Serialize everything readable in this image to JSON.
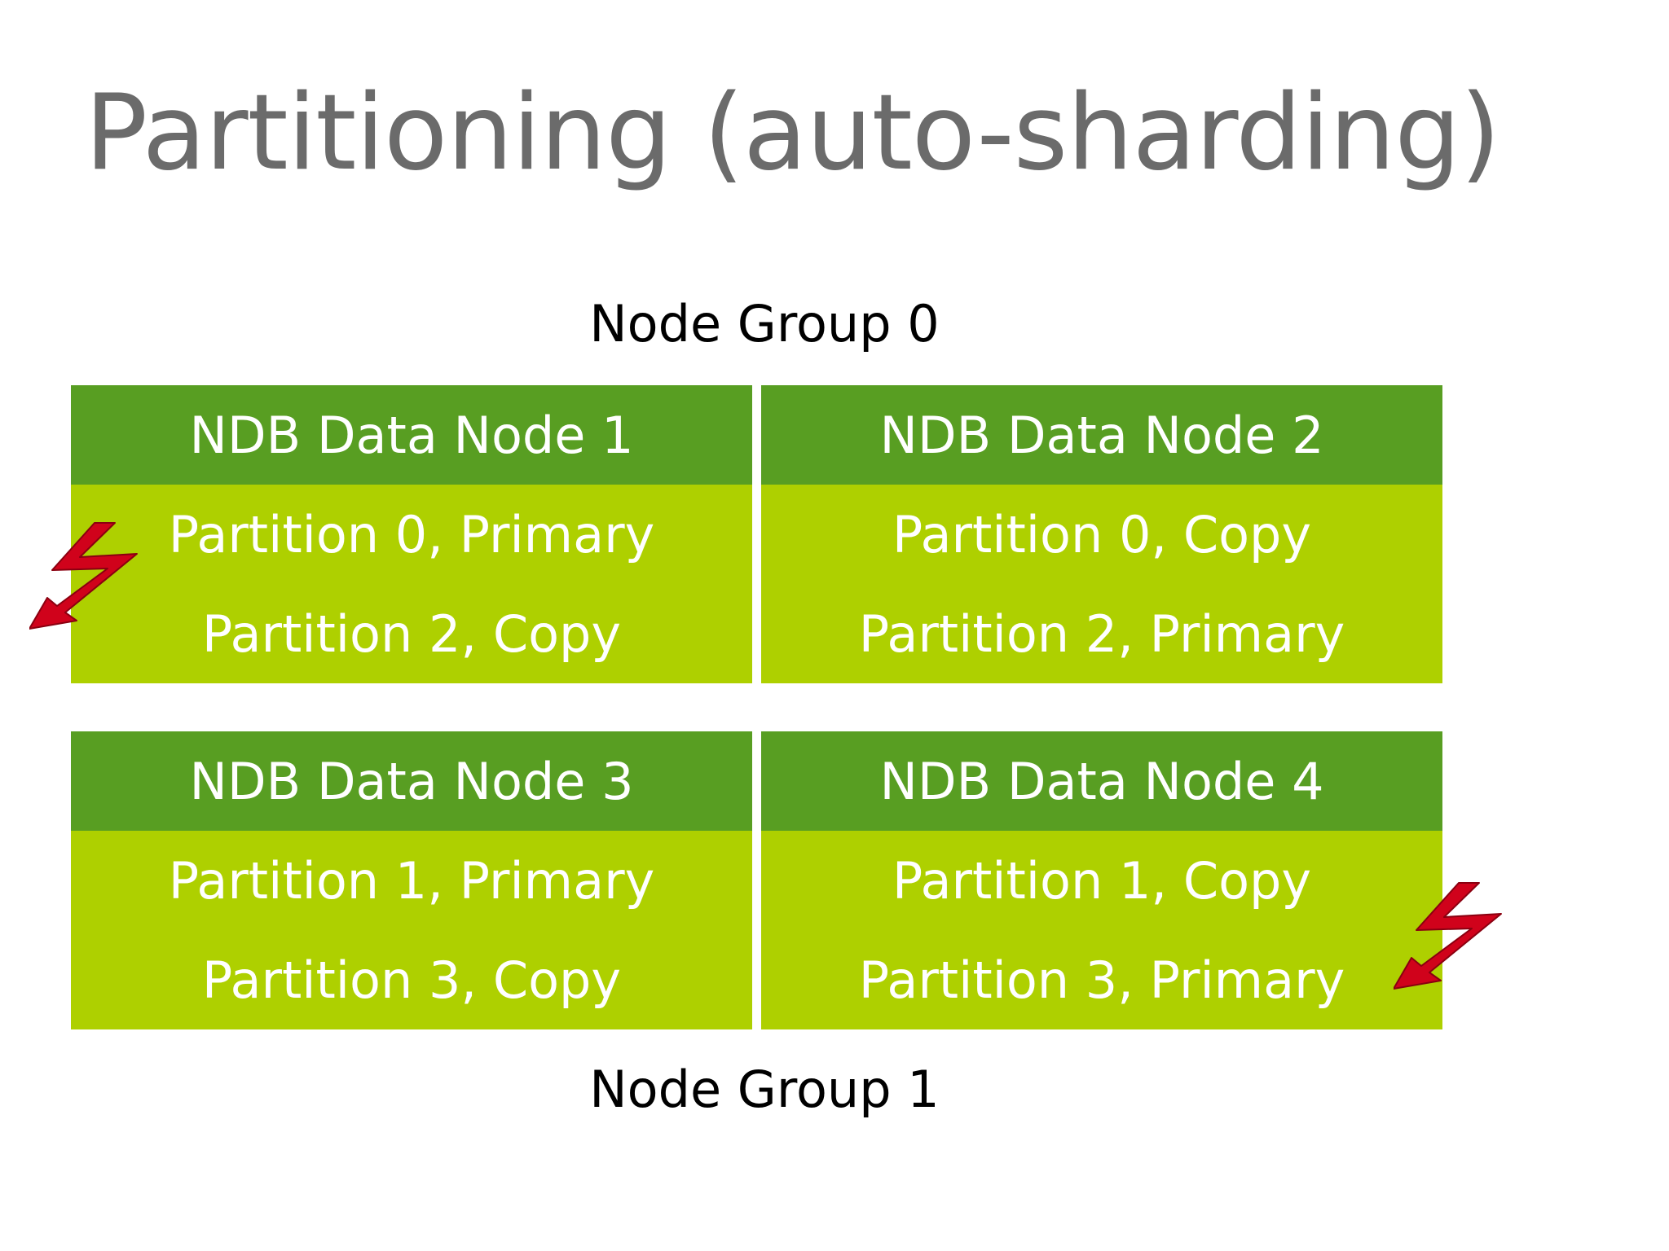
{
  "title": "Partitioning (auto-sharding)",
  "node_groups": [
    {
      "label": "Node Group 0"
    },
    {
      "label": "Node Group 1"
    }
  ],
  "nodes": [
    {
      "name": "NDB Data Node 1",
      "partitions": [
        "Partition 0, Primary",
        "Partition 2, Copy"
      ]
    },
    {
      "name": "NDB Data Node 2",
      "partitions": [
        "Partition 0, Copy",
        "Partition 2, Primary"
      ]
    },
    {
      "name": "NDB Data Node 3",
      "partitions": [
        "Partition 1, Primary",
        "Partition 3, Copy"
      ]
    },
    {
      "name": "NDB Data Node 4",
      "partitions": [
        "Partition 1, Copy",
        "Partition 3, Primary"
      ]
    }
  ],
  "colors": {
    "title": "#6b6b6b",
    "header": "#589e22",
    "body": "#aed000",
    "bolt": "#d0021b"
  },
  "icons": [
    "failure-bolt-icon",
    "failure-bolt-icon"
  ]
}
